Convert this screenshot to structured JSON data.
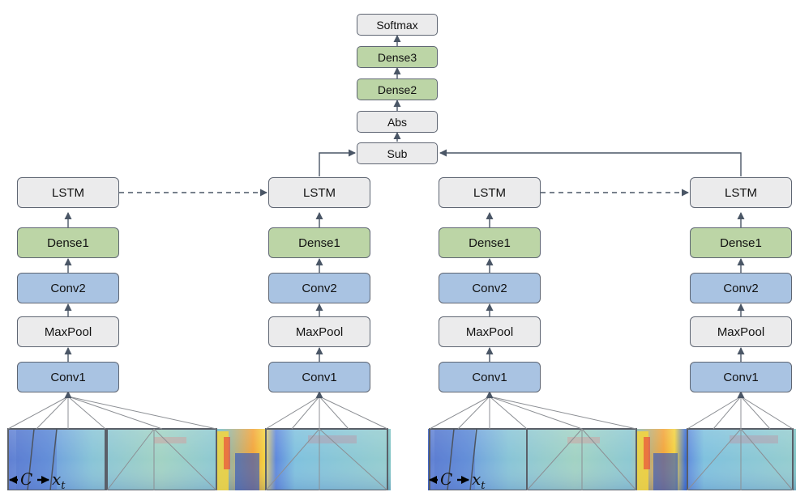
{
  "head": {
    "softmax": "Softmax",
    "dense3": "Dense3",
    "dense2": "Dense2",
    "abs": "Abs",
    "sub": "Sub"
  },
  "towers": [
    {
      "lstm": "LSTM",
      "dense1": "Dense1",
      "conv2": "Conv2",
      "maxpool": "MaxPool",
      "conv1": "Conv1"
    },
    {
      "lstm": "LSTM",
      "dense1": "Dense1",
      "conv2": "Conv2",
      "maxpool": "MaxPool",
      "conv1": "Conv1"
    },
    {
      "lstm": "LSTM",
      "dense1": "Dense1",
      "conv2": "Conv2",
      "maxpool": "MaxPool",
      "conv1": "Conv1"
    },
    {
      "lstm": "LSTM",
      "dense1": "Dense1",
      "conv2": "Conv2",
      "maxpool": "MaxPool",
      "conv1": "Conv1"
    }
  ],
  "spectrogram_labels": {
    "context": "C",
    "frame": "x",
    "frame_sub": "t"
  },
  "colors": {
    "gray_box": "#ebebec",
    "green_box": "#bcd5a6",
    "blue_box": "#a9c3e2",
    "border": "#5f6673",
    "arrow": "#4a5666"
  }
}
